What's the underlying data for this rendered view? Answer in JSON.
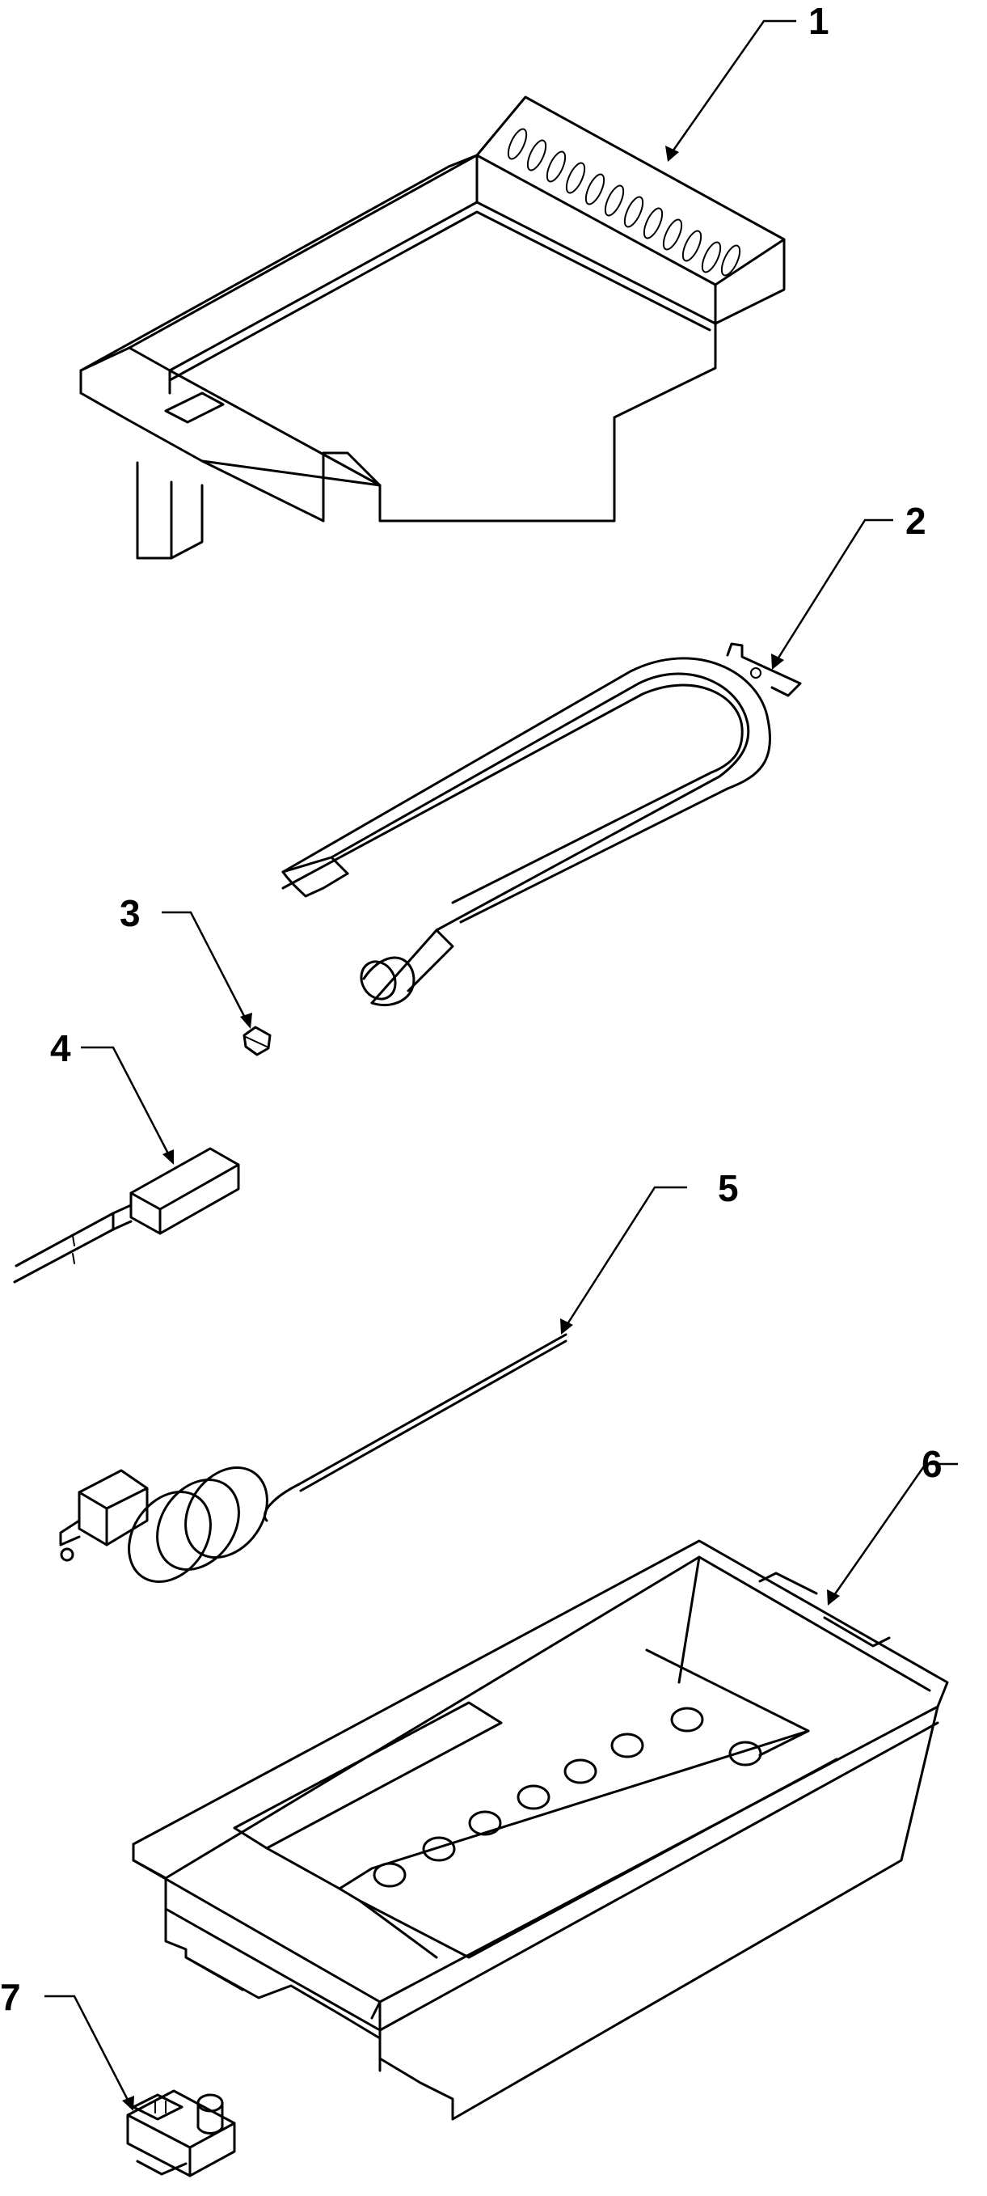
{
  "diagram": {
    "type": "exploded-parts-diagram",
    "callouts": [
      {
        "id": "part-1",
        "label": "1"
      },
      {
        "id": "part-2",
        "label": "2"
      },
      {
        "id": "part-3",
        "label": "3"
      },
      {
        "id": "part-4",
        "label": "4"
      },
      {
        "id": "part-5",
        "label": "5"
      },
      {
        "id": "part-6",
        "label": "6"
      },
      {
        "id": "part-7",
        "label": "7"
      }
    ]
  }
}
